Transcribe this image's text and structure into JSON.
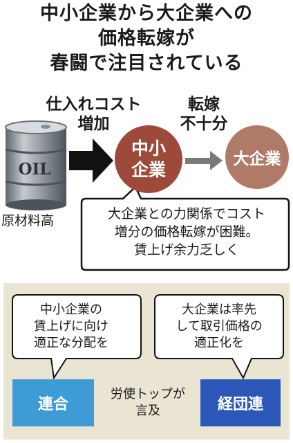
{
  "title": {
    "line1": "中小企業から大企業への",
    "line2": "価格転嫁が",
    "line3": "春闘で注目されている"
  },
  "flow": {
    "barrel_label": "OIL",
    "raw_material": "原材料高",
    "cost_label_line1": "仕入れコスト",
    "cost_label_line2": "増加",
    "transfer_label_line1": "転嫁",
    "transfer_label_line2": "不十分",
    "sme_line1": "中小",
    "sme_line2": "企業",
    "large_company": "大企業",
    "power_line1": "大企業との力関係でコスト",
    "power_line2": "増分の価格転嫁が困難。",
    "power_line3": "賃上げ余力乏しく"
  },
  "bottom": {
    "rengo_bubble_line1": "中小企業の",
    "rengo_bubble_line2": "賃上げに向け",
    "rengo_bubble_line3": "適正な分配を",
    "keidanren_bubble_line1": "大企業は率先",
    "keidanren_bubble_line2": "して取引価格の",
    "keidanren_bubble_line3": "適正化を",
    "rengo": "連合",
    "keidanren": "経団連",
    "mention_line1": "労使トップが",
    "mention_line2": "言及"
  },
  "colors": {
    "sme_circle": "#9e4a3a",
    "large_circle": "#b07a68",
    "rengo_box": "#3d9bd6",
    "keidanren_box": "#2c56b7",
    "panel_bg": "#eae4d3"
  }
}
